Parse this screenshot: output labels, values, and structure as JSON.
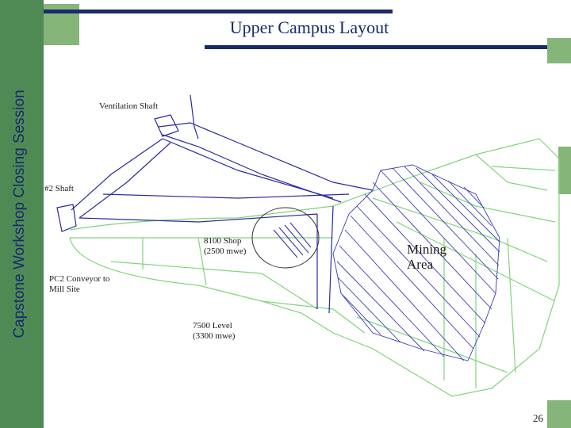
{
  "slide": {
    "title": "Upper Campus Layout",
    "side_label": "Capstone Workshop Closing Session",
    "page_number": "26"
  },
  "diagram": {
    "labels": {
      "ventilation_shaft": "Ventilation Shaft",
      "shaft_2": "#2 Shaft",
      "shop_8100": "8100 Shop\n(2500 mwe)",
      "pc2_conveyor": "PC2 Conveyor to\nMill Site",
      "mining_area": "Mining\nArea",
      "level_7500": "7500 Level\n(3300 mwe)"
    },
    "colors": {
      "accent_dark_blue": "#1a2a6c",
      "sidebar_green": "#4f8a55",
      "light_green": "#86b57a",
      "tunnel_green": "#7fd47a",
      "drift_blue": "#2a2aa0",
      "mining_hatch": "#3a3ab0"
    }
  }
}
